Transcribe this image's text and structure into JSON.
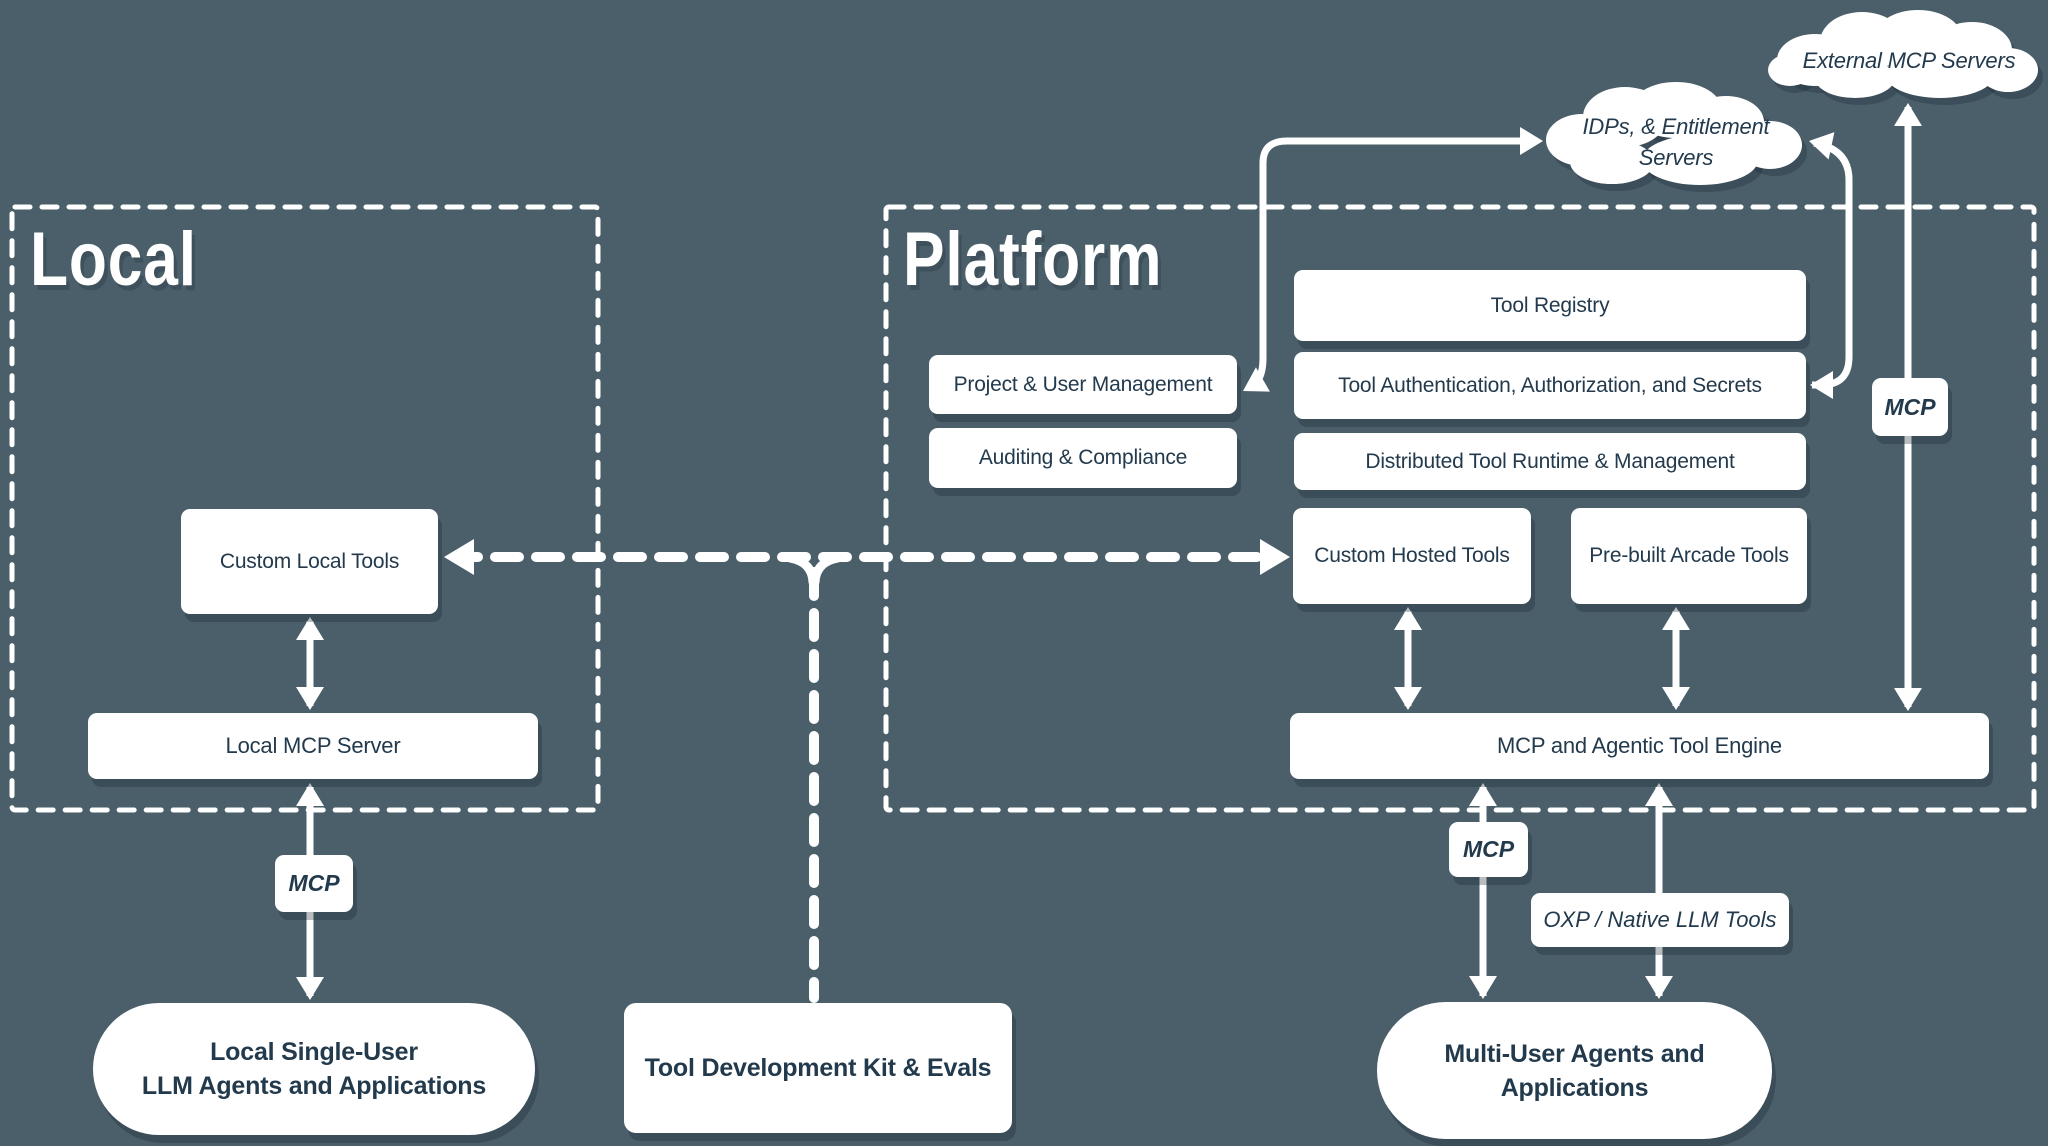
{
  "colors": {
    "background": "#4A5F6A",
    "box_fill": "#FFFFFF",
    "text_dark": "#233A4D",
    "line_white": "#FFFFFF"
  },
  "local": {
    "title": "Local",
    "custom_local_tools": "Custom Local Tools",
    "local_mcp_server": "Local MCP Server",
    "mcp_label": "MCP",
    "pill_line1": "Local Single-User",
    "pill_line2": "LLM Agents and Applications"
  },
  "platform": {
    "title": "Platform",
    "tool_registry": "Tool Registry",
    "project_user_management": "Project & User Management",
    "tool_auth": "Tool Authentication, Authorization, and Secrets",
    "auditing_compliance": "Auditing & Compliance",
    "distributed_runtime": "Distributed Tool Runtime & Management",
    "custom_hosted_tools": "Custom Hosted Tools",
    "prebuilt_arcade_tools": "Pre-built Arcade Tools",
    "engine": "MCP and Agentic Tool Engine"
  },
  "clouds": {
    "external_mcp": "External MCP Servers",
    "idps_line1": "IDPs, & Entitlement",
    "idps_line2": "Servers"
  },
  "labels": {
    "mcp_multi_user": "MCP",
    "mcp_external": "MCP",
    "oxp": "OXP / Native LLM Tools"
  },
  "bottom": {
    "tool_dev_kit": "Tool Development Kit & Evals",
    "multi_pill_line1": "Multi-User Agents and",
    "multi_pill_line2": "Applications"
  }
}
